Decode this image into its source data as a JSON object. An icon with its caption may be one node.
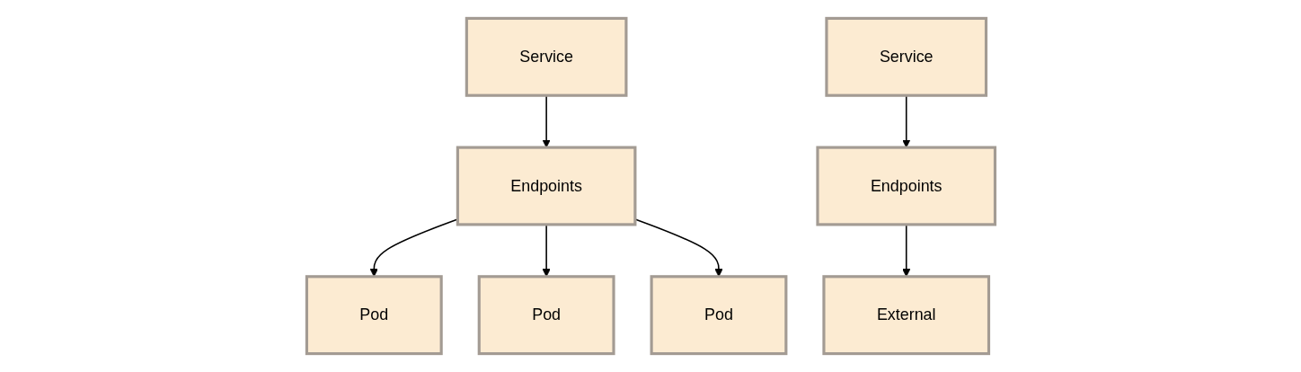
{
  "diagram": {
    "nodes": [
      {
        "text": [
          "Service"
        ]
      },
      {
        "text": [
          "Endpoints"
        ]
      },
      {
        "text": [
          "Pod"
        ]
      },
      {
        "text": [
          "Pod"
        ]
      },
      {
        "text": [
          "Pod"
        ]
      },
      {
        "text": [
          "Service"
        ]
      },
      {
        "text": [
          "Endpoints"
        ]
      },
      {
        "text": [
          "External"
        ]
      }
    ],
    "edges": [
      {
        "from": 0,
        "to": 1,
        "arrow": "to"
      },
      {
        "from": 1,
        "to": 2,
        "arrow": "to"
      },
      {
        "from": 1,
        "to": 3,
        "arrow": "to"
      },
      {
        "from": 1,
        "to": 4,
        "arrow": "to"
      },
      {
        "from": 5,
        "to": 6,
        "arrow": "to"
      },
      {
        "from": 6,
        "to": 7,
        "arrow": "to"
      }
    ]
  }
}
